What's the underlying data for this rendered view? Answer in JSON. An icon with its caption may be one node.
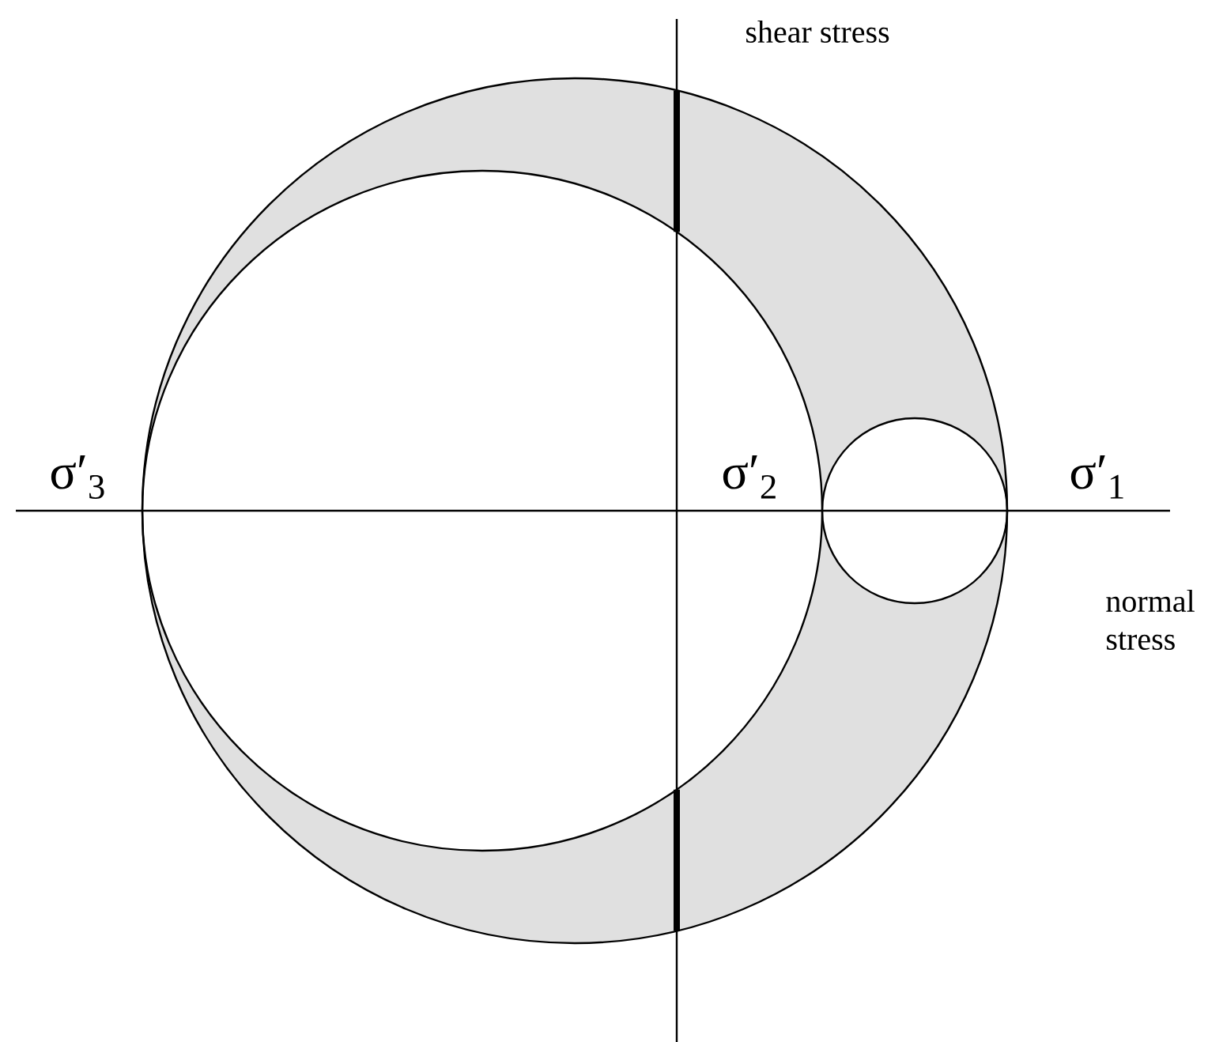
{
  "diagram": {
    "labels": [
      "shear stress",
      "σ′$_{3}$",
      "σ′$_{2}$",
      "σ′$_{1}$",
      "normal stress"
    ]
  }
}
